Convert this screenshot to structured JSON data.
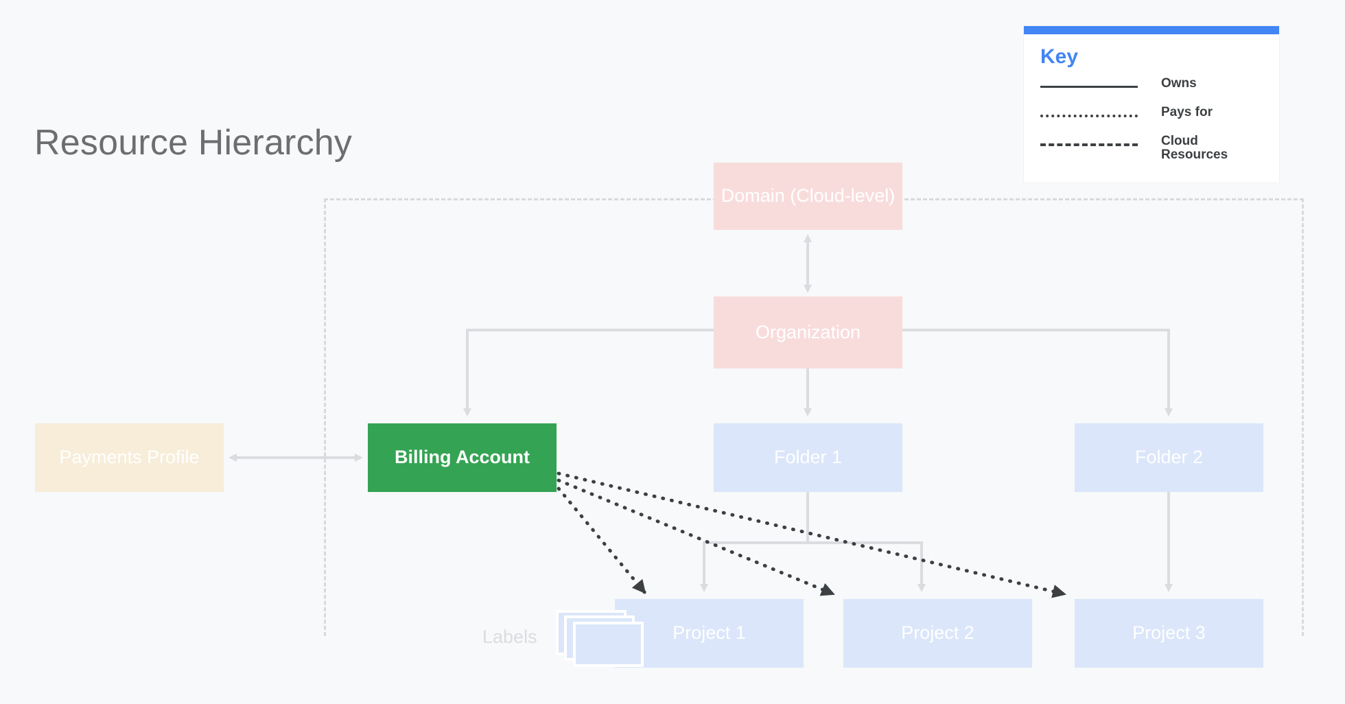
{
  "page": {
    "title": "Resource Hierarchy",
    "background_color": "#f7f9fa"
  },
  "key": {
    "heading": "Key",
    "accent_color": "#4285f4",
    "items": [
      {
        "style": "solid",
        "label": "Owns"
      },
      {
        "style": "dotted",
        "label": "Pays for"
      },
      {
        "style": "dashed",
        "label": "Cloud Resources"
      }
    ]
  },
  "nodes": {
    "domain": {
      "label": "Domain (Cloud-level)",
      "color": "#f8dcdb"
    },
    "organization": {
      "label": "Organization",
      "color": "#f8dcdb"
    },
    "billing": {
      "label": "Billing Account",
      "color": "#34a353"
    },
    "payments": {
      "label": "Payments Profile",
      "color": "#f7edd9"
    },
    "folder1": {
      "label": "Folder 1",
      "color": "#dbe6fa"
    },
    "folder2": {
      "label": "Folder 2",
      "color": "#dbe6fa"
    },
    "project1": {
      "label": "Project 1",
      "color": "#dbe6fa"
    },
    "project2": {
      "label": "Project 2",
      "color": "#dbe6fa"
    },
    "project3": {
      "label": "Project 3",
      "color": "#dbe6fa"
    }
  },
  "annotations": {
    "labels_marker": "Labels"
  },
  "edges": {
    "owns_color": "#dadce0",
    "pays_for_color": "#3c4043",
    "boundary_color": "#d8dadd",
    "relations": [
      {
        "from": "domain",
        "to": "organization",
        "type": "owns",
        "bidirectional": true
      },
      {
        "from": "organization",
        "to": "billing",
        "type": "owns"
      },
      {
        "from": "organization",
        "to": "folder1",
        "type": "owns"
      },
      {
        "from": "organization",
        "to": "folder2",
        "type": "owns"
      },
      {
        "from": "payments",
        "to": "billing",
        "type": "owns",
        "bidirectional": true
      },
      {
        "from": "folder1",
        "to": "project1",
        "type": "owns"
      },
      {
        "from": "folder1",
        "to": "project2",
        "type": "owns"
      },
      {
        "from": "folder2",
        "to": "project3",
        "type": "owns"
      },
      {
        "from": "billing",
        "to": "project1",
        "type": "pays-for"
      },
      {
        "from": "billing",
        "to": "project2",
        "type": "pays-for"
      },
      {
        "from": "billing",
        "to": "project3",
        "type": "pays-for"
      }
    ]
  }
}
